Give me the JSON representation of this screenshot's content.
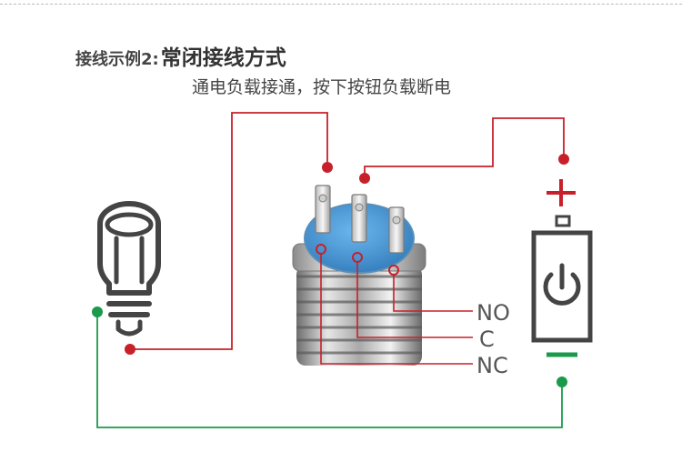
{
  "header": {
    "title_prefix": "接线示例2:",
    "title_main": "常闭接线方式",
    "subtitle": "通电负载接通，按下按钮负载断电"
  },
  "terminals": {
    "no_label": "NO",
    "c_label": "C",
    "nc_label": "NC"
  },
  "battery": {
    "plus_symbol": "+",
    "minus_symbol": "−",
    "power_icon": "power-icon"
  },
  "colors": {
    "red_wire": "#c8202a",
    "green_wire": "#1a9a4a",
    "switch_cap": "#3a8fd0",
    "outline": "#444444"
  }
}
